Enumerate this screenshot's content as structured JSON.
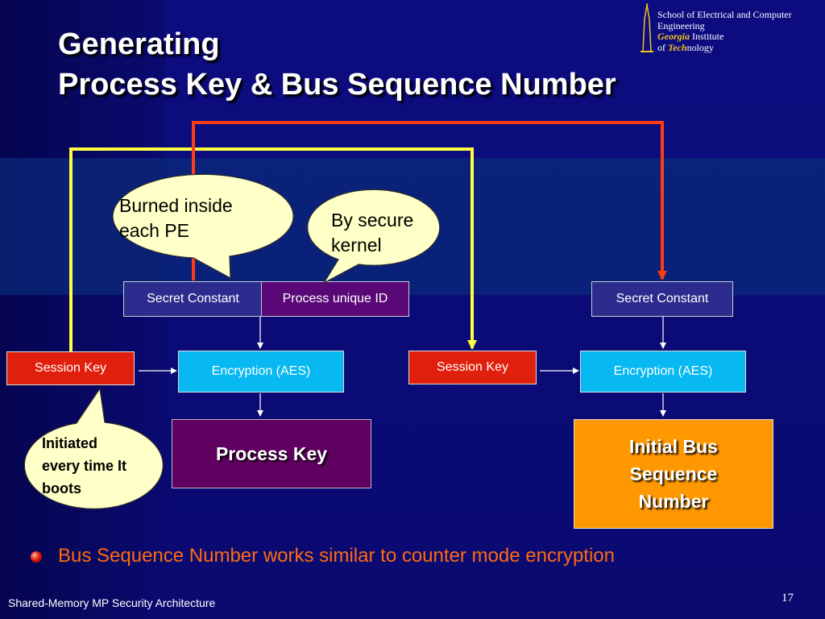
{
  "title": {
    "line1": "Generating",
    "line2": "Process Key & Bus Sequence Number"
  },
  "logo": {
    "line1": "School of Electrical and Computer",
    "line2": "Engineering",
    "line3_em": "Georgia",
    "line3_rest": " Institute",
    "line4_pre": "of ",
    "line4_em": "Tech",
    "line4_rest": "nology"
  },
  "callouts": {
    "burned": "Burned inside each PE",
    "kernel": "By secure kernel",
    "boots": "Initiated every time It boots"
  },
  "left_flow": {
    "secret_constant": "Secret Constant",
    "process_unique_id": "Process unique ID",
    "session_key": "Session Key",
    "encryption": "Encryption (AES)",
    "output": "Process Key"
  },
  "right_flow": {
    "secret_constant": "Secret Constant",
    "session_key": "Session Key",
    "encryption": "Encryption (AES)",
    "output": "Initial Bus Sequence Number"
  },
  "bullet": "Bus Sequence Number works similar to counter mode encryption",
  "footer": "Shared-Memory MP Security Architecture",
  "page_number": "17",
  "colors": {
    "background": "#0a0a78",
    "yellow_line": "#ffff40",
    "red_line": "#ff3c14",
    "session_key": "#e0200c",
    "encryption": "#08b8f0",
    "process_key": "#600060",
    "bus_sequence": "#ff9800",
    "bullet_text": "#ff6a10"
  }
}
